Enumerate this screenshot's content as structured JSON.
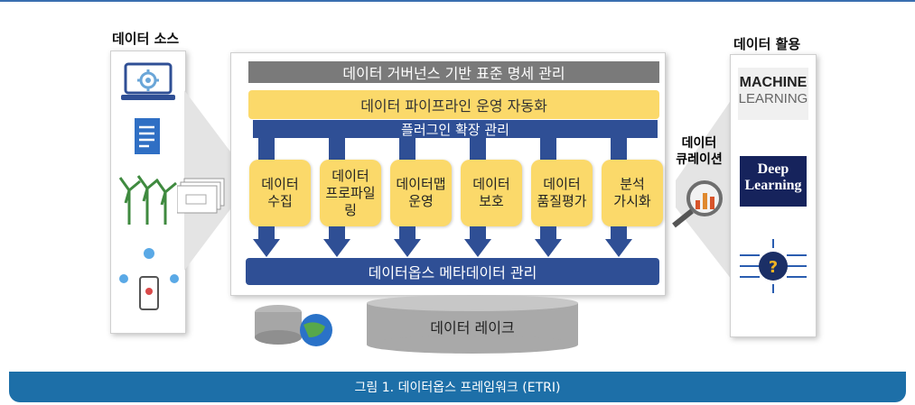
{
  "sources": {
    "title": "데이터 소스"
  },
  "usage": {
    "title": "데이터 활용",
    "ml_line1": "MACHINE",
    "ml_line2": "LEARNING",
    "dl_line1": "Deep",
    "dl_line2": "Learning"
  },
  "curation": {
    "label": "데이터\n큐레이션"
  },
  "framework": {
    "governance": "데이터 거버넌스 기반 표준 명세 관리",
    "pipeline": "데이터 파이프라인 운영 자동화",
    "plugin": "플러그인 확장 관리",
    "steps": [
      "데이터\n수집",
      "데이터\n프로파일링",
      "데이터맵\n운영",
      "데이터\n보호",
      "데이터\n품질평가",
      "분석\n가시화"
    ],
    "meta": "데이터옵스 메타데이터 관리"
  },
  "lake": {
    "label": "데이터 레이크"
  },
  "caption": "그림 1. 데이터옵스 프레임워크 (ETRI)",
  "colors": {
    "gray_bar": "#7a7a7a",
    "yellow": "#fbd96a",
    "navy": "#2f4f95",
    "caption_bg": "#1d6fa8"
  }
}
